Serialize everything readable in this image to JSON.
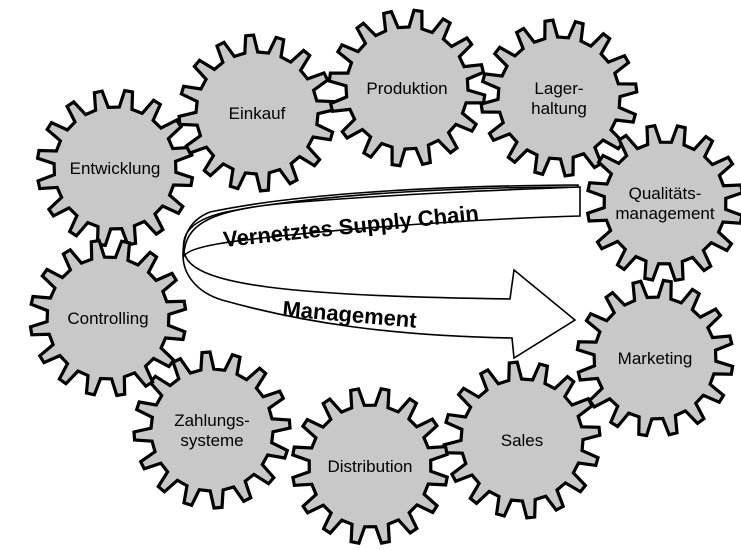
{
  "gears": [
    {
      "id": "entwicklung",
      "lines": [
        "Entwicklung"
      ]
    },
    {
      "id": "einkauf",
      "lines": [
        "Einkauf"
      ]
    },
    {
      "id": "produktion",
      "lines": [
        "Produktion"
      ]
    },
    {
      "id": "lagerhaltung",
      "lines": [
        "Lager-",
        "haltung"
      ]
    },
    {
      "id": "qualitaetsmanagement",
      "lines": [
        "Qualitäts-",
        "management"
      ]
    },
    {
      "id": "marketing",
      "lines": [
        "Marketing"
      ]
    },
    {
      "id": "sales",
      "lines": [
        "Sales"
      ]
    },
    {
      "id": "distribution",
      "lines": [
        "Distribution"
      ]
    },
    {
      "id": "zahlungssysteme",
      "lines": [
        "Zahlungs-",
        "systeme"
      ]
    },
    {
      "id": "controlling",
      "lines": [
        "Controlling"
      ]
    }
  ],
  "arrow": {
    "line1": "Vernetztes Supply Chain",
    "line2": "Management"
  },
  "colors": {
    "gear_fill": "#c8c8c8",
    "outline": "#000000",
    "arrow_fill": "#ffffff"
  }
}
